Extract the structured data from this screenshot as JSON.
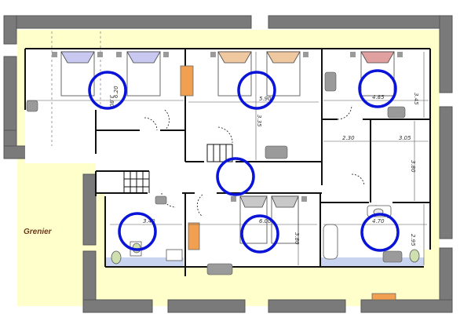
{
  "colors": {
    "wall": "#7a7a7a",
    "wall_edge": "#555555",
    "floor_attic": "#ffffcc",
    "interior_line": "#111111",
    "marker": "#0a14d8",
    "cabinet": "#f0a050",
    "bath_floor": "#c8d4f0",
    "fixture": "#999999"
  },
  "labels": {
    "attic": "Grenier"
  },
  "dimensions": {
    "room_nw_width": "6.20",
    "room_nw_depth": "3.80",
    "room_n_width": "5.90",
    "room_n_depth": "3.35",
    "room_ne_width": "4.85",
    "room_ne_depth": "3.45",
    "hall_e_a": "2.30",
    "hall_e_b": "3.05",
    "hall_e_depth": "3.80",
    "room_sw_width": "3.40",
    "room_s_width": "6.00",
    "room_s_depth": "3.80",
    "room_se_width": "4.70",
    "room_se_depth": "2.95"
  },
  "markers": [
    {
      "name": "marker-room-nw"
    },
    {
      "name": "marker-room-n"
    },
    {
      "name": "marker-room-ne"
    },
    {
      "name": "marker-landing"
    },
    {
      "name": "marker-room-sw"
    },
    {
      "name": "marker-room-s"
    },
    {
      "name": "marker-room-se"
    }
  ]
}
